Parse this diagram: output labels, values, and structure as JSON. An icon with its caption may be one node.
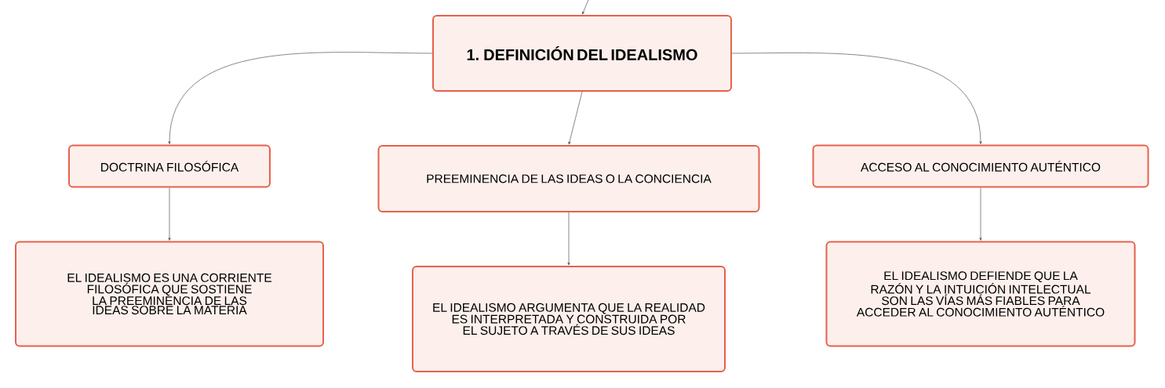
{
  "diagram": {
    "nodes": [
      {
        "text": [
          "1. DEFINICIÓN DEL IDEALISMO"
        ]
      },
      {
        "text": [
          "DOCTRINA FILOSÓFICA"
        ]
      },
      {
        "text": [
          "PREEMINENCIA DE LAS IDEAS O LA CONCIENCIA"
        ]
      },
      {
        "text": [
          "ACCESO AL CONOCIMIENTO AUTÉNTICO"
        ]
      },
      {
        "text": [
          "EL IDEALISMO ES UNA CORRIENTE FILOSÓFICA QUE SOSTIENE LA PREEMINENCIA DE LAS IDEAS SOBRE LA MATERIA"
        ]
      },
      {
        "text": [
          "EL IDEALISMO ARGUMENTA QUE LA REALIDAD ES INTERPRETADA Y CONSTRUIDA POR EL SUJETO A TRAVÉS DE SUS IDEAS"
        ]
      },
      {
        "text": [
          "EL IDEALISMO DEFIENDE QUE LA RAZÓN Y LA INTUICIÓN INTELECTUAL SON LAS VÍAS MÁS FIABLES PARA ACCEDER AL CONOCIMIENTO AUTÉNTICO"
        ]
      }
    ],
    "edges": [
      {
        "from": null,
        "to": 0,
        "arrow": "to"
      },
      {
        "from": 0,
        "to": 1,
        "arrow": "to"
      },
      {
        "from": 0,
        "to": 2,
        "arrow": "to"
      },
      {
        "from": 0,
        "to": 3,
        "arrow": "to"
      },
      {
        "from": 1,
        "to": 4,
        "arrow": "to"
      },
      {
        "from": 2,
        "to": 5,
        "arrow": "to"
      },
      {
        "from": 3,
        "to": 6,
        "arrow": "to"
      }
    ]
  }
}
